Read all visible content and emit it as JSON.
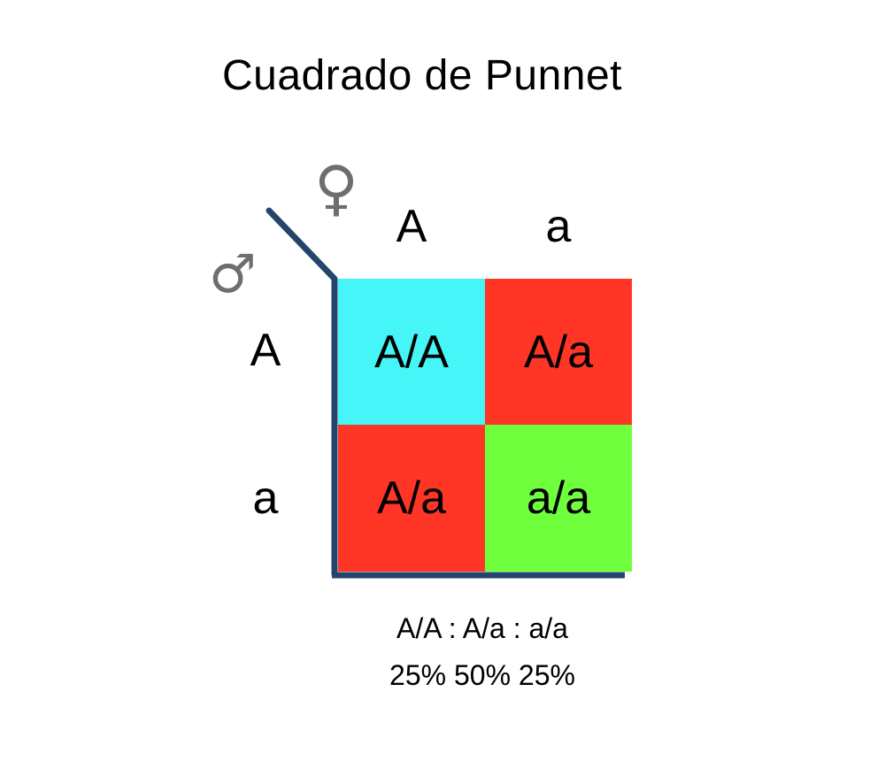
{
  "title": "Cuadrado de Punnet",
  "symbols": {
    "female": "♀",
    "male": "♂",
    "color": "#6e6e6e"
  },
  "column_alleles": [
    "A",
    "a"
  ],
  "row_alleles": [
    "A",
    "a"
  ],
  "cells": [
    {
      "genotype": "A/A",
      "color": "#45f5f7"
    },
    {
      "genotype": "A/a",
      "color": "#ff3526"
    },
    {
      "genotype": "A/a",
      "color": "#ff3526"
    },
    {
      "genotype": "a/a",
      "color": "#6fff3d"
    }
  ],
  "frame_color": "#24456b",
  "ratio": {
    "genotypes": "A/A : A/a : a/a",
    "percentages": "25% 50% 25%"
  }
}
